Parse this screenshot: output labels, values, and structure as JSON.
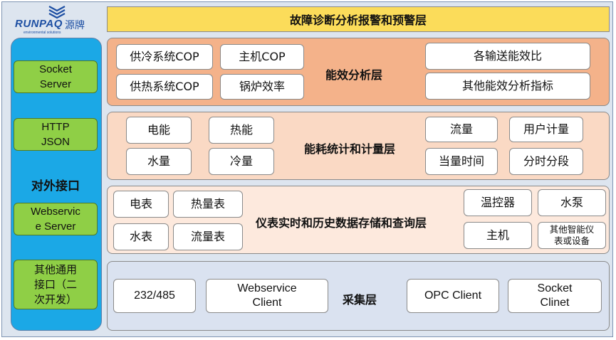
{
  "logo": {
    "brand": "RUNPAQ",
    "brand_cn": "源牌",
    "tagline": "environmental solutions"
  },
  "header": {
    "title": "故障诊断分析报警和预警层"
  },
  "sidebar": {
    "buttons": [
      "Socket\nServer",
      "HTTP\nJSON",
      "Webservic\ne Server",
      "其他通用\n接口（二\n次开发）"
    ],
    "label": "对外接口"
  },
  "layers": {
    "efficiency": {
      "title": "能效分析层",
      "items": [
        "供冷系统COP",
        "主机COP",
        "供热系统COP",
        "锅炉效率",
        "各输送能效比",
        "其他能效分析指标"
      ]
    },
    "energy": {
      "title": "能耗统计和计量层",
      "items": [
        "电能",
        "热能",
        "水量",
        "冷量",
        "流量",
        "用户计量",
        "当量时间",
        "分时分段"
      ]
    },
    "meter": {
      "title": "仪表实时和历史数据存储和查询层",
      "items": [
        "电表",
        "热量表",
        "水表",
        "流量表",
        "温控器",
        "水泵",
        "主机",
        "其他智能仪\n表或设备"
      ]
    },
    "collect": {
      "title": "采集层",
      "items": [
        "232/485",
        "Webservice\nClient",
        "OPC Client",
        "Socket\nClinet"
      ]
    }
  },
  "colors": {
    "frame_bg": "#dde5ef",
    "sidebar": "#1ba8e6",
    "button_green": "#8fcf46",
    "header_yellow": "#fbdc5a",
    "layer_efficiency": "#f4b28a",
    "layer_energy": "#fad9c4",
    "layer_meter": "#fde9dd",
    "layer_collect": "#dae2f0",
    "brand_blue": "#1d4fa3"
  }
}
